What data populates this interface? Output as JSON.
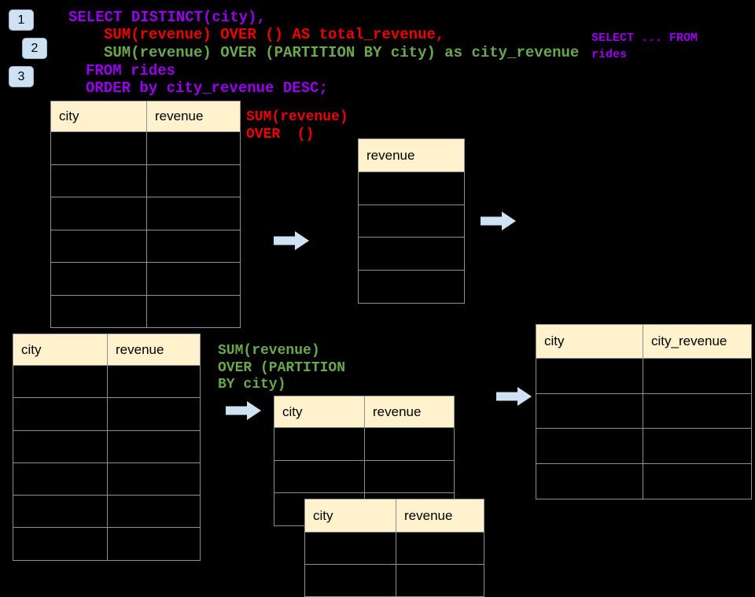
{
  "colors": {
    "purple": "#9900f0",
    "red": "#ee0000",
    "green": "#6aa84f",
    "arrow_blue": "#cfe2f3",
    "table_header_fill": "#fff2cc",
    "table_border": "#8f8f8f"
  },
  "steps": {
    "one": "1",
    "two": "2",
    "three": "3"
  },
  "sql": {
    "line1": "SELECT DISTINCT(city),",
    "line2": "SUM(revenue) OVER () AS total_revenue,",
    "line3": "SUM(revenue) OVER (PARTITION BY city) as city_revenue",
    "line4": "FROM rides",
    "line5": "ORDER by city_revenue DESC;"
  },
  "side_note": {
    "line1": "SELECT ... FROM",
    "line2": "rides"
  },
  "labels": {
    "total_window": {
      "line1": "SUM(revenue)",
      "line2": "OVER  ()"
    },
    "partition_window": {
      "line1": "SUM(revenue)",
      "line2": "OVER (PARTITION",
      "line3": "BY city)"
    }
  },
  "tables": {
    "source_top": {
      "headers": [
        "city",
        "revenue"
      ],
      "rows": 6
    },
    "total_result": {
      "headers": [
        "revenue"
      ],
      "rows": 4
    },
    "source_bottom": {
      "headers": [
        "city",
        "revenue"
      ],
      "rows": 6
    },
    "partition_mid": {
      "headers": [
        "city",
        "revenue"
      ],
      "rows": 3
    },
    "partition_overlay": {
      "headers": [
        "city",
        "revenue"
      ],
      "rows": 2
    },
    "city_revenue_result": {
      "headers": [
        "city",
        "city_revenue"
      ],
      "rows": 4
    }
  }
}
